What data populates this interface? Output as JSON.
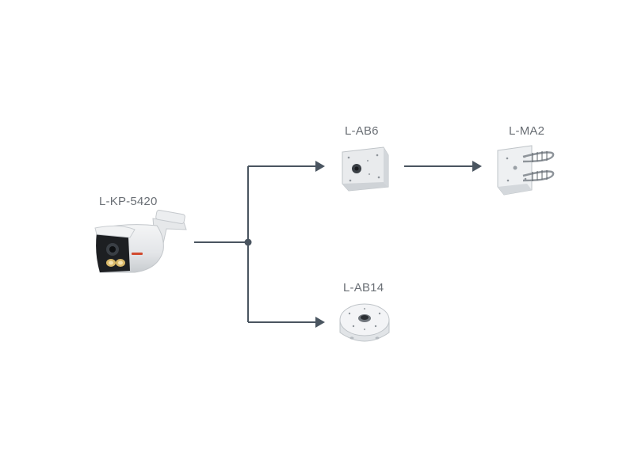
{
  "diagram": {
    "colors": {
      "connector": "#4a5560",
      "label": "#6a6f75",
      "product_body": "#ebedef",
      "product_shadow": "#c9cdd1"
    },
    "nodes": {
      "camera": {
        "label": "L-KP-5420",
        "icon": "bullet-camera-icon"
      },
      "box_ab6": {
        "label": "L-AB6",
        "icon": "square-junction-box-icon"
      },
      "mount_ma2": {
        "label": "L-MA2",
        "icon": "pole-mount-bracket-icon"
      },
      "box_ab14": {
        "label": "L-AB14",
        "icon": "round-junction-box-icon"
      }
    },
    "edges": [
      {
        "from": "L-KP-5420",
        "to": "L-AB6"
      },
      {
        "from": "L-KP-5420",
        "to": "L-AB14"
      },
      {
        "from": "L-AB6",
        "to": "L-MA2"
      }
    ]
  }
}
